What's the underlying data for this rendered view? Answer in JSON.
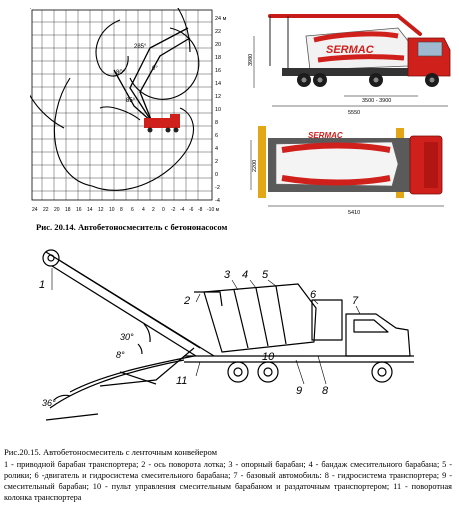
{
  "fig1": {
    "caption": "Рис. 20.14. Автобетоносмеситель с бетононасосом",
    "right_axis_labels": [
      "24 м",
      "22",
      "20",
      "18",
      "16",
      "14",
      "12",
      "10",
      "8",
      "6",
      "4",
      "2",
      "0",
      "-2",
      "-4"
    ],
    "bottom_axis_labels": [
      "24",
      "22",
      "20",
      "18",
      "16",
      "14",
      "12",
      "10",
      "8",
      "6",
      "4",
      "2",
      "0",
      "-2",
      "-4",
      "-6",
      "-8",
      "-10 м"
    ],
    "angle_labels": [
      "285°",
      "80°",
      "0°",
      "85°"
    ],
    "brand_text": "SERMAC",
    "side_dims": [
      "3980",
      "3500 - 3900",
      "5550"
    ],
    "top_dims": [
      "2200",
      "5410"
    ]
  },
  "fig2": {
    "caption": "Рис.20.15. Автобетоносмеситель с ленточным конвейером",
    "callouts": [
      "1",
      "2",
      "3",
      "4",
      "5",
      "6",
      "7",
      "8",
      "9",
      "10",
      "11"
    ],
    "angles": [
      "30°",
      "8°",
      "36°"
    ],
    "legend": "1 - приводной барабан транспортера; 2 - ось поворота лотка; 3 - опорный барабан; 4 - бандаж смесительного барабана; 5 - ролики; 6 -двигатель и гидросистема смесительного барабана; 7 - базовый автомобиль: 8 - гидросистема транспортера; 9 - смесительный барабан; 10 - пульт управления смесительным барабаном и раздаточным транспортером; 11 - поворотная колонка транспортера"
  }
}
